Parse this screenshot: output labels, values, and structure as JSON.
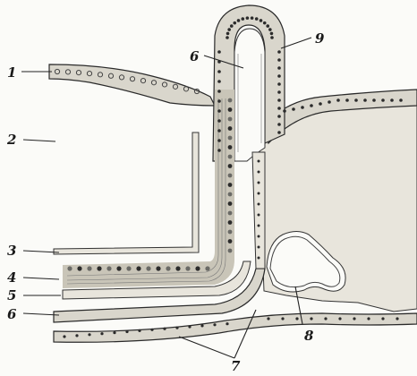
{
  "figure": {
    "labels": [
      {
        "id": "label-1-top",
        "text": "1"
      },
      {
        "id": "label-2",
        "text": "2"
      },
      {
        "id": "label-3",
        "text": "3"
      },
      {
        "id": "label-4",
        "text": "4"
      },
      {
        "id": "label-5",
        "text": "5"
      },
      {
        "id": "label-6-left",
        "text": "6"
      },
      {
        "id": "label-6-top",
        "text": "6"
      },
      {
        "id": "label-7",
        "text": "7"
      },
      {
        "id": "label-8",
        "text": "8"
      },
      {
        "id": "label-9",
        "text": "9"
      }
    ]
  }
}
